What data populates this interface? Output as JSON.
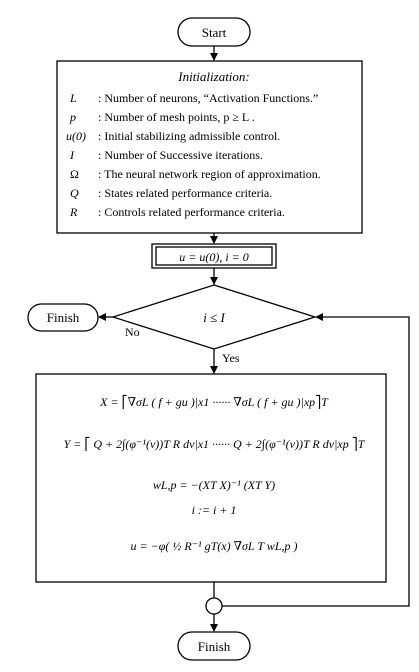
{
  "start_label": "Start",
  "init": {
    "title": "Initialization:",
    "rows": [
      {
        "sym": "L",
        "desc": ": Number of neurons, “Activation Functions.”"
      },
      {
        "sym": "p",
        "desc": ": Number of mesh points,   p ≥ L ."
      },
      {
        "sym": "u(0)",
        "desc": ": Initial stabilizing admissible control."
      },
      {
        "sym": "I",
        "desc": ": Number of Successive iterations."
      },
      {
        "sym": "Ω",
        "desc": ": The neural network region of approximation."
      },
      {
        "sym": "Q",
        "desc": ": States related performance criteria."
      },
      {
        "sym": "R",
        "desc": ": Controls related performance criteria."
      }
    ]
  },
  "assign_label": "u = u(0),   i = 0",
  "decision_label": "i ≤ I",
  "no_label": "No",
  "yes_label": "Yes",
  "finish_left_label": "Finish",
  "finish_bottom_label": "Finish",
  "process": {
    "eq_x": "X = ⎡∇σL ( f + gu )|x1 ······ ∇σL ( f + gu )|xp⎤T",
    "eq_y": "Y = ⎡ Q + 2∫(φ⁻¹(v))T R dv|x1 ······ Q + 2∫(φ⁻¹(v))T R dv|xp ⎤T",
    "eq_w": "wL,p = −(XT X)⁻¹ (XT Y)",
    "eq_i": "i := i + 1",
    "eq_u": "u = −φ( ½ R⁻¹ gT(x) ∇σL T wL,p )"
  }
}
